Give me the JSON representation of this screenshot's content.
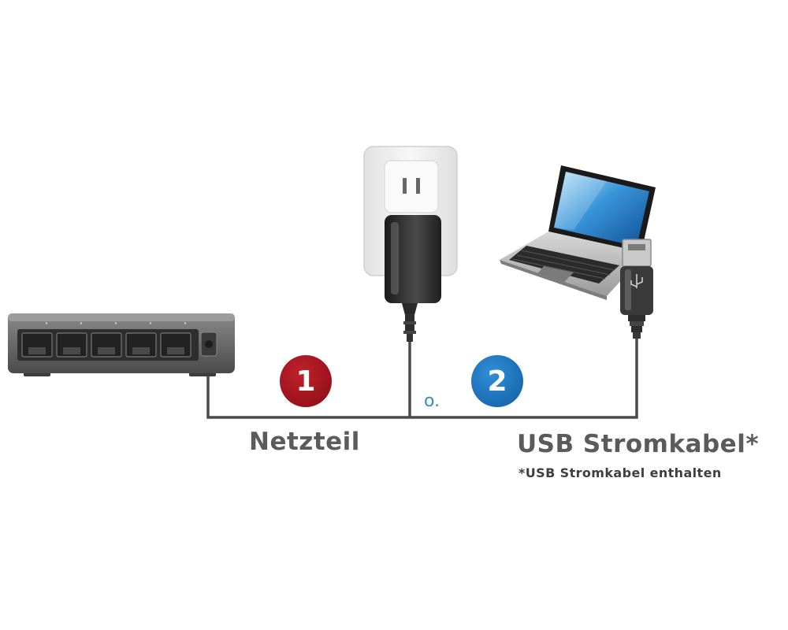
{
  "badges": {
    "one": "1",
    "two": "2"
  },
  "separator": "o.",
  "labels": {
    "power_adapter": "Netzteil",
    "usb_cable": "USB Stromkabel*",
    "usb_note": "*USB Stromkabel enthalten"
  },
  "colors": {
    "badge_one": "#a5141e",
    "badge_two": "#1f78c1",
    "separator": "#2f8fc4",
    "label_text": "#5b5b5b",
    "cable": "#4a4a4a"
  },
  "icons": [
    "network-switch-icon",
    "wall-outlet-icon",
    "power-adapter-icon",
    "laptop-icon",
    "usb-plug-icon"
  ]
}
